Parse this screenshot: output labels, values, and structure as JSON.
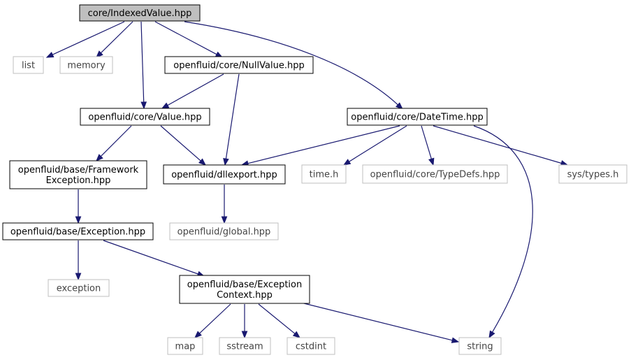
{
  "diagram": {
    "colors": {
      "edge": "#191970",
      "root_fill": "#bfbfbf",
      "root_border": "#000000",
      "header_border": "#000000",
      "system_border": "#bfbfbf",
      "node_fill": "#ffffff"
    },
    "nodes": [
      {
        "id": "indexed-value",
        "kind": "root",
        "lines": [
          "core/IndexedValue.hpp"
        ]
      },
      {
        "id": "list",
        "kind": "system",
        "lines": [
          "list"
        ]
      },
      {
        "id": "memory",
        "kind": "system",
        "lines": [
          "memory"
        ]
      },
      {
        "id": "null-value",
        "kind": "header",
        "lines": [
          "openfluid/core/NullValue.hpp"
        ]
      },
      {
        "id": "value",
        "kind": "header",
        "lines": [
          "openfluid/core/Value.hpp"
        ]
      },
      {
        "id": "date-time",
        "kind": "header",
        "lines": [
          "openfluid/core/DateTime.hpp"
        ]
      },
      {
        "id": "framework-exception",
        "kind": "header",
        "lines": [
          "openfluid/base/Framework",
          "Exception.hpp"
        ]
      },
      {
        "id": "dllexport",
        "kind": "header",
        "lines": [
          "openfluid/dllexport.hpp"
        ]
      },
      {
        "id": "time-h",
        "kind": "system",
        "lines": [
          "time.h"
        ]
      },
      {
        "id": "typedefs",
        "kind": "system",
        "lines": [
          "openfluid/core/TypeDefs.hpp"
        ]
      },
      {
        "id": "sys-types",
        "kind": "system",
        "lines": [
          "sys/types.h"
        ]
      },
      {
        "id": "exception-hpp",
        "kind": "header",
        "lines": [
          "openfluid/base/Exception.hpp"
        ]
      },
      {
        "id": "global",
        "kind": "system",
        "lines": [
          "openfluid/global.hpp"
        ]
      },
      {
        "id": "exception",
        "kind": "system",
        "lines": [
          "exception"
        ]
      },
      {
        "id": "exception-context",
        "kind": "header",
        "lines": [
          "openfluid/base/Exception",
          "Context.hpp"
        ]
      },
      {
        "id": "map",
        "kind": "system",
        "lines": [
          "map"
        ]
      },
      {
        "id": "sstream",
        "kind": "system",
        "lines": [
          "sstream"
        ]
      },
      {
        "id": "cstdint",
        "kind": "system",
        "lines": [
          "cstdint"
        ]
      },
      {
        "id": "string",
        "kind": "system",
        "lines": [
          "string"
        ]
      }
    ],
    "edges": [
      {
        "from": "indexed-value",
        "to": "list"
      },
      {
        "from": "indexed-value",
        "to": "memory"
      },
      {
        "from": "indexed-value",
        "to": "null-value"
      },
      {
        "from": "indexed-value",
        "to": "value"
      },
      {
        "from": "indexed-value",
        "to": "date-time"
      },
      {
        "from": "null-value",
        "to": "value"
      },
      {
        "from": "null-value",
        "to": "dllexport"
      },
      {
        "from": "value",
        "to": "framework-exception"
      },
      {
        "from": "value",
        "to": "dllexport"
      },
      {
        "from": "date-time",
        "to": "dllexport"
      },
      {
        "from": "date-time",
        "to": "time-h"
      },
      {
        "from": "date-time",
        "to": "typedefs"
      },
      {
        "from": "date-time",
        "to": "sys-types"
      },
      {
        "from": "date-time",
        "to": "string"
      },
      {
        "from": "framework-exception",
        "to": "exception-hpp"
      },
      {
        "from": "dllexport",
        "to": "global"
      },
      {
        "from": "exception-hpp",
        "to": "exception"
      },
      {
        "from": "exception-hpp",
        "to": "exception-context"
      },
      {
        "from": "exception-context",
        "to": "map"
      },
      {
        "from": "exception-context",
        "to": "sstream"
      },
      {
        "from": "exception-context",
        "to": "cstdint"
      },
      {
        "from": "exception-context",
        "to": "string"
      }
    ]
  }
}
